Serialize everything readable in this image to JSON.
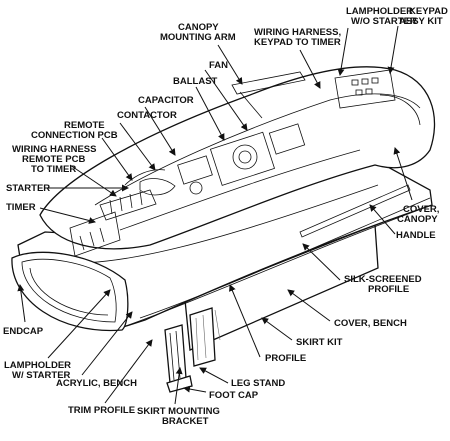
{
  "labels": {
    "lampholder_wo_starter": [
      "LAMPHOLDER",
      "W/O STARTER"
    ],
    "keypad_assy_kit": [
      "KEYPAD",
      "ASSY KIT"
    ],
    "canopy_mounting_arm": [
      "CANOPY",
      "MOUNTING ARM"
    ],
    "wiring_harness_keypad": [
      "WIRING HARNESS,",
      "KEYPAD TO TIMER"
    ],
    "fan": [
      "FAN"
    ],
    "ballast": [
      "BALLAST"
    ],
    "capacitor": [
      "CAPACITOR"
    ],
    "contactor": [
      "CONTACTOR"
    ],
    "remote_connection_pcb": [
      "REMOTE",
      "CONNECTION PCB"
    ],
    "wiring_harness_remote": [
      "WIRING HARNESS",
      "REMOTE PCB",
      "TO TIMER"
    ],
    "starter": [
      "STARTER"
    ],
    "timer": [
      "TIMER"
    ],
    "cover_canopy": [
      "COVER,",
      "CANOPY"
    ],
    "handle": [
      "HANDLE"
    ],
    "silk_screened_profile": [
      "SILK-SCREENED",
      "PROFILE"
    ],
    "cover_bench": [
      "COVER, BENCH"
    ],
    "skirt_kit": [
      "SKIRT KIT"
    ],
    "profile": [
      "PROFILE"
    ],
    "endcap": [
      "ENDCAP"
    ],
    "lampholder_w_starter": [
      "LAMPHOLDER",
      "W/ STARTER"
    ],
    "acrylic_bench": [
      "ACRYLIC, BENCH"
    ],
    "leg_stand": [
      "LEG STAND"
    ],
    "foot_cap": [
      "FOOT CAP"
    ],
    "trim_profile": [
      "TRIM PROFILE"
    ],
    "skirt_mounting_bracket": [
      "SKIRT MOUNTING",
      "BRACKET"
    ]
  }
}
